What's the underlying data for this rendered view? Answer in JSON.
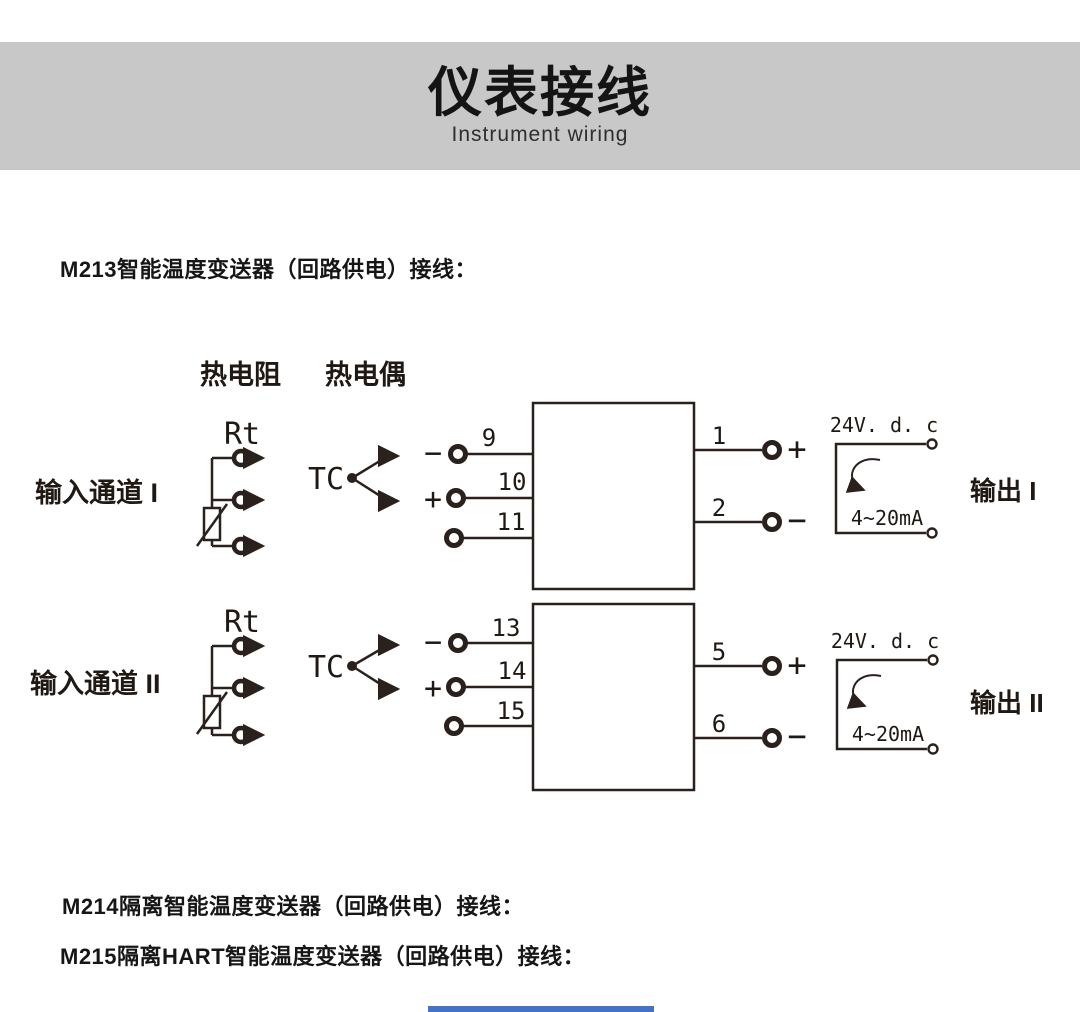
{
  "header": {
    "title": "仪表接线",
    "subtitle": "Instrument wiring",
    "banner_bg": "#c8c8c8"
  },
  "sections": {
    "m213_heading": "M213智能温度变送器（回路供电）接线：",
    "m214_heading": "M214隔离智能温度变送器（回路供电）接线：",
    "m215_heading": "M215隔离HART智能温度变送器（回路供电）接线："
  },
  "diagram": {
    "stroke_color": "#2b211c",
    "sensor_labels": {
      "rtd": "热电阻",
      "thermocouple": "热电偶"
    },
    "channel1": {
      "label": "输入通道 I",
      "rtd_label": "Rt",
      "tc_label": "TC",
      "minus": "−",
      "plus": "+",
      "terminals": [
        "9",
        "10",
        "11"
      ]
    },
    "channel2": {
      "label": "输入通道 II",
      "rtd_label": "Rt",
      "tc_label": "TC",
      "minus": "−",
      "plus": "+",
      "terminals": [
        "13",
        "14",
        "15"
      ]
    },
    "output1": {
      "label": "输出 I",
      "terminals": [
        "1",
        "2"
      ],
      "plus": "+",
      "minus": "−",
      "supply": "24V. d. c",
      "current": "4~20mA"
    },
    "output2": {
      "label": "输出 II",
      "terminals": [
        "5",
        "6"
      ],
      "plus": "+",
      "minus": "−",
      "supply": "24V. d. c",
      "current": "4~20mA"
    }
  },
  "footer": {
    "accent_color": "#4472c4"
  }
}
